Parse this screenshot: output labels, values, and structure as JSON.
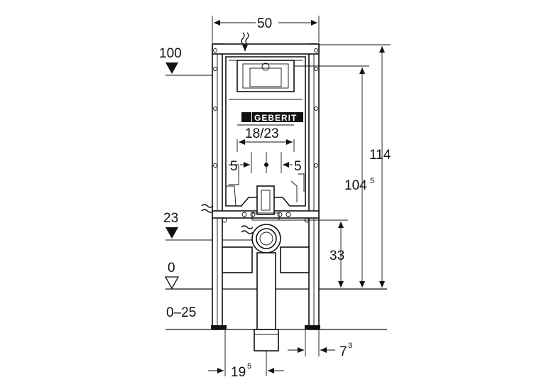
{
  "drawing": {
    "brand": "GEBERIT",
    "dims": {
      "width": "50",
      "height_total": "114",
      "height_actuator": "104",
      "height_actuator_sup": "5",
      "actuator_width": "18/23",
      "offset_left": "5",
      "offset_right": "5",
      "drain_height": "33",
      "floor_range": "0–25",
      "drain_offset": "7",
      "drain_offset_sup": "3",
      "bottom_width": "19",
      "bottom_width_sup": "5"
    },
    "levels": {
      "upper": "100",
      "middle": "23",
      "floor": "0"
    }
  }
}
